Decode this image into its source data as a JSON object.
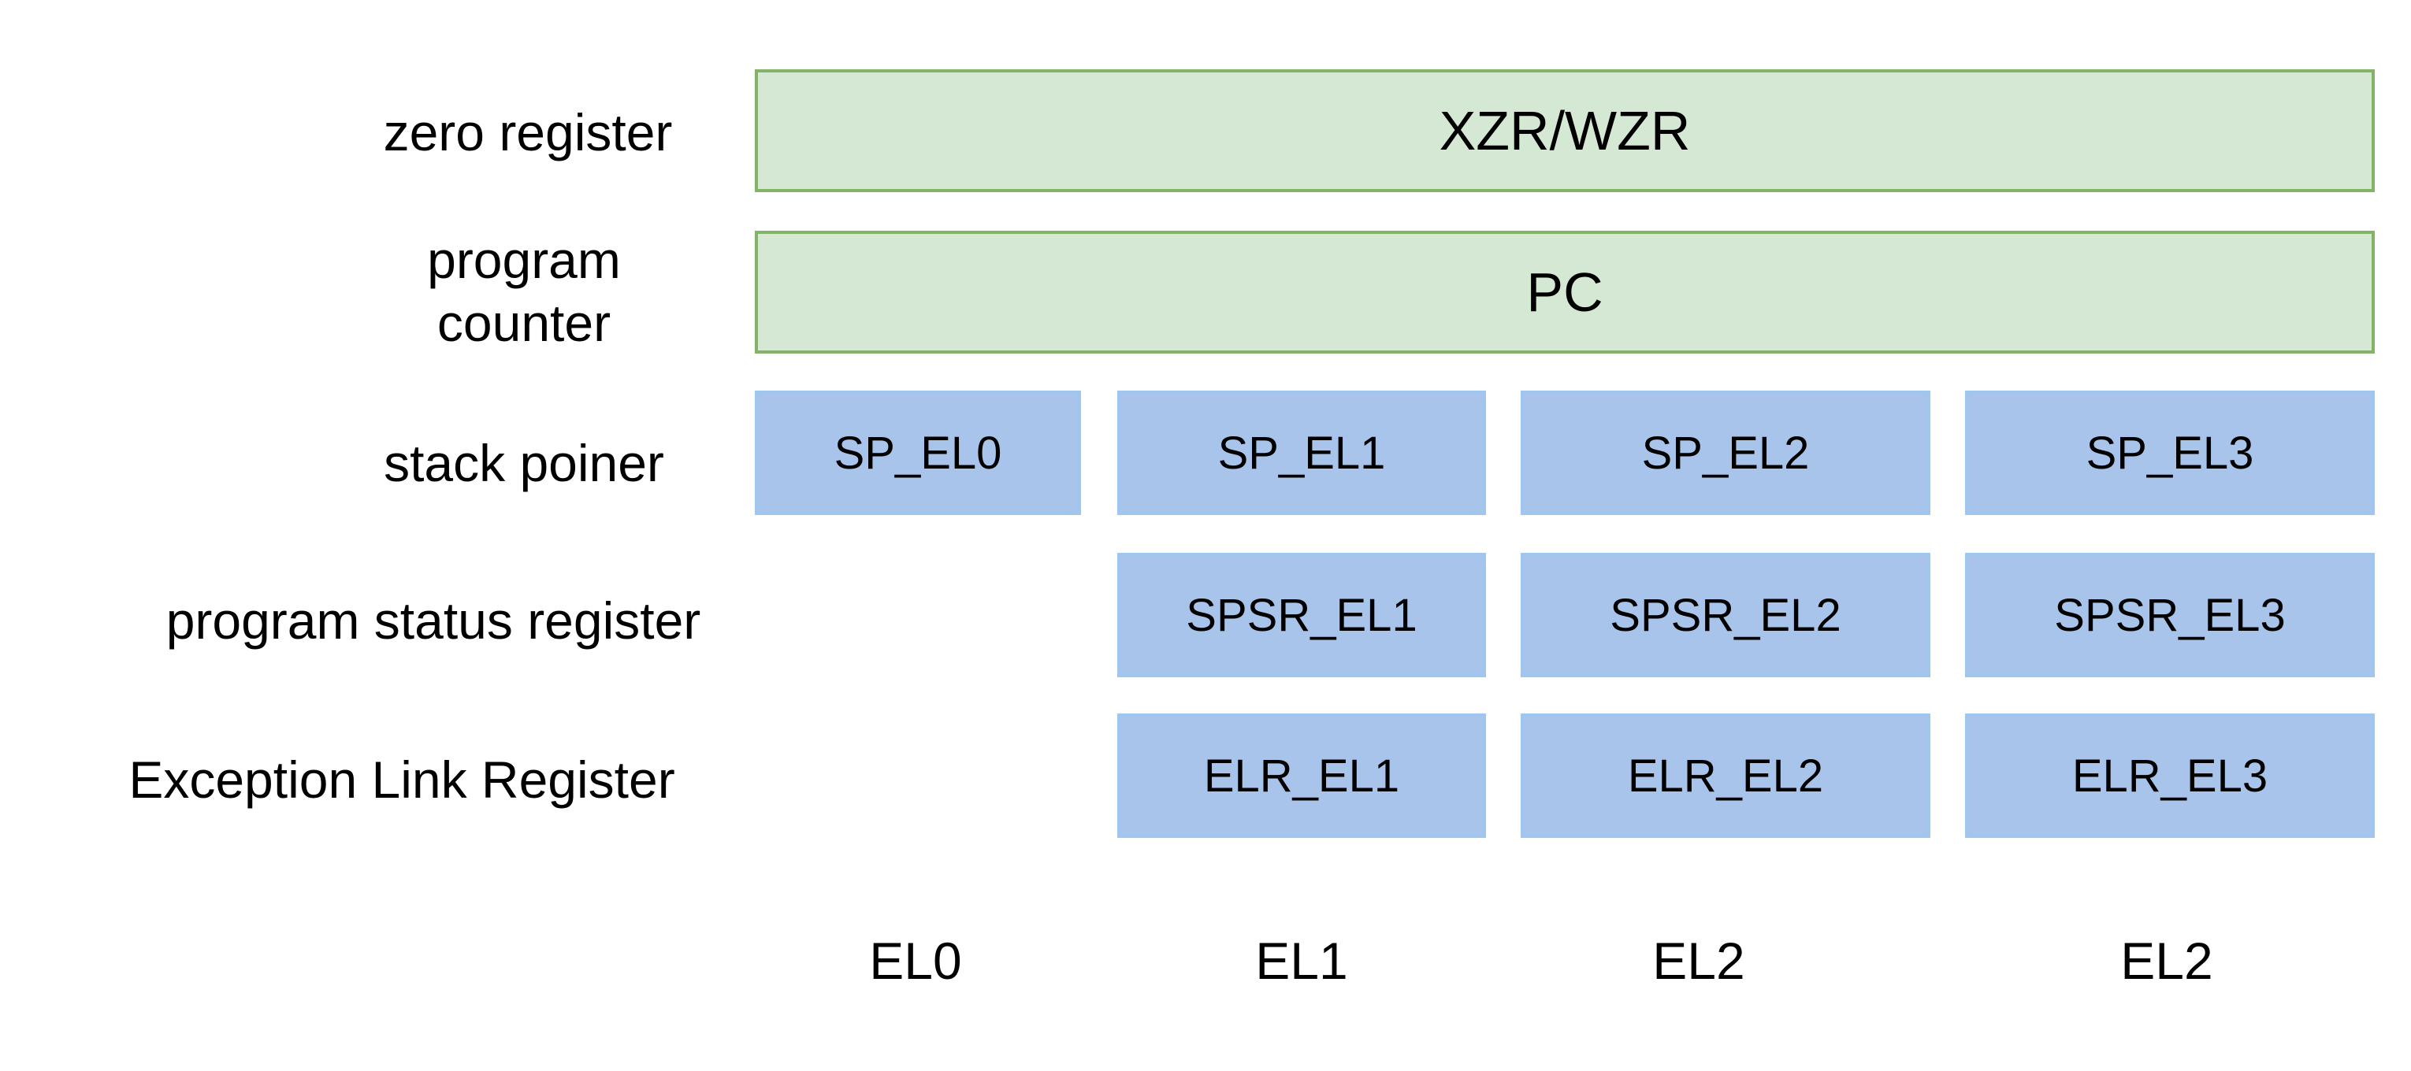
{
  "rows": {
    "zero": "zero register",
    "pc": "program\ncounter",
    "sp": "stack poiner",
    "psr": "program status register",
    "elr": "Exception Link Register"
  },
  "shared": {
    "zero": "XZR/WZR",
    "pc": "PC"
  },
  "sp": [
    "SP_EL0",
    "SP_EL1",
    "SP_EL2",
    "SP_EL3"
  ],
  "spsr": [
    "SPSR_EL1",
    "SPSR_EL2",
    "SPSR_EL3"
  ],
  "elr": [
    "ELR_EL1",
    "ELR_EL2",
    "ELR_EL3"
  ],
  "levels": [
    "EL0",
    "EL1",
    "EL2",
    "EL2"
  ],
  "colors": {
    "shared_fill": "#d5e8d4",
    "shared_border": "#82b366",
    "banked_fill": "#a9c4eb"
  }
}
